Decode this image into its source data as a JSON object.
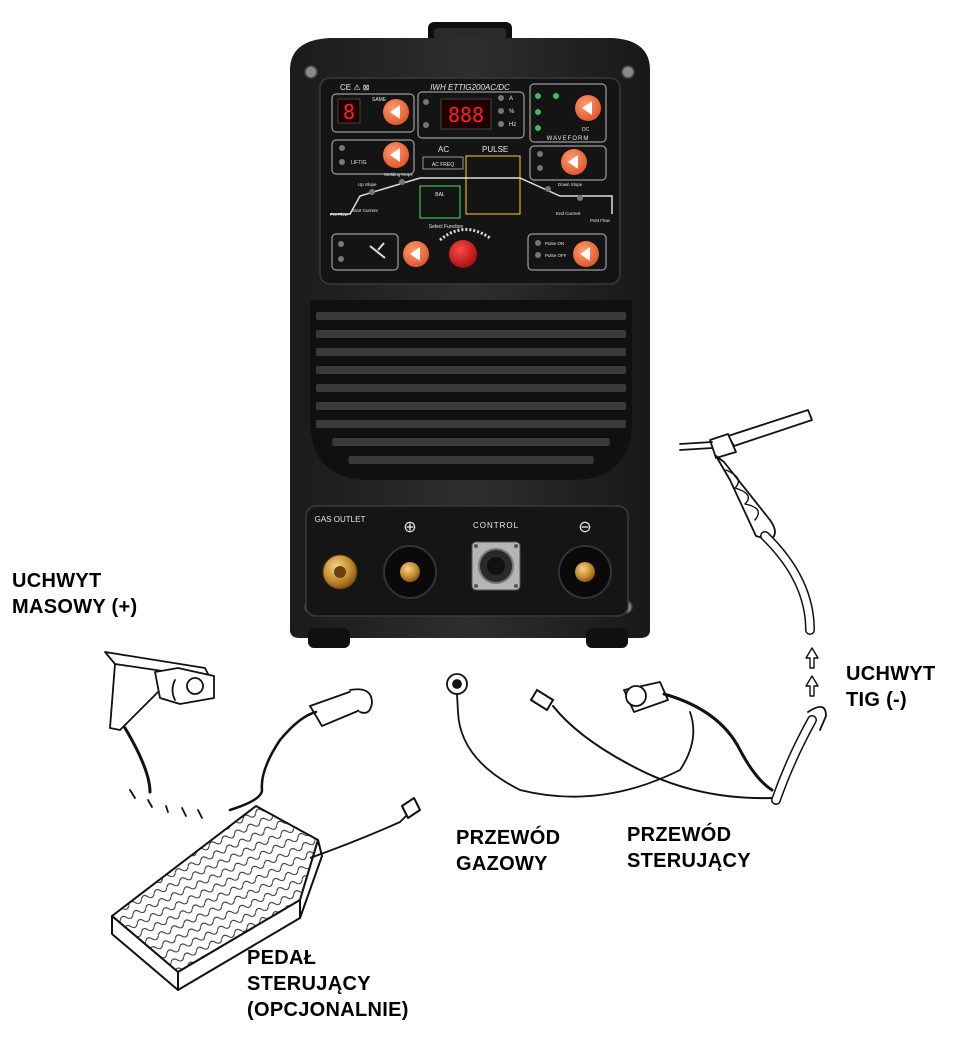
{
  "callouts": {
    "ground_clamp": [
      "UCHWYT",
      "MASOWY (+)"
    ],
    "tig_torch": [
      "UCHWYT",
      "TIG (-)"
    ],
    "gas_hose": [
      "PRZEWÓD",
      "GAZOWY"
    ],
    "control_cable": [
      "PRZEWÓD",
      "STERUJĄCY"
    ],
    "foot_pedal": [
      "PEDAŁ",
      "STERUJĄCY",
      "(OPCJONALNIE)"
    ]
  },
  "machine": {
    "model": "IWH ETTIG200AC/DC",
    "panel": {
      "spot_label": "SAME",
      "lift_label": "LIFTIG",
      "ac_label": "AC",
      "pulse_label": "PULSE",
      "ac_freq_label": "AC FREQ",
      "balance_label": "BAL",
      "waveform_label": "WAVEFORM",
      "dc_label": "DC",
      "select_function": "Select Function",
      "pre_flow": "Pre Flow",
      "post_flow": "Post Flow",
      "up_slope": "Up Slope",
      "down_slope": "Down Slope",
      "start_current": "Start Current",
      "end_current": "End Current",
      "welding_amps": "Welding Amps",
      "pulse_on": "Pulse ON",
      "pulse_off": "Pulse OFF",
      "display_left": "8",
      "display_main": "888",
      "units": [
        "A",
        "%",
        "Hz"
      ]
    },
    "sockets": {
      "gas_outlet": "GAS OUTLET",
      "positive": "⊕",
      "control": "CONTROL",
      "negative": "⊖"
    }
  }
}
